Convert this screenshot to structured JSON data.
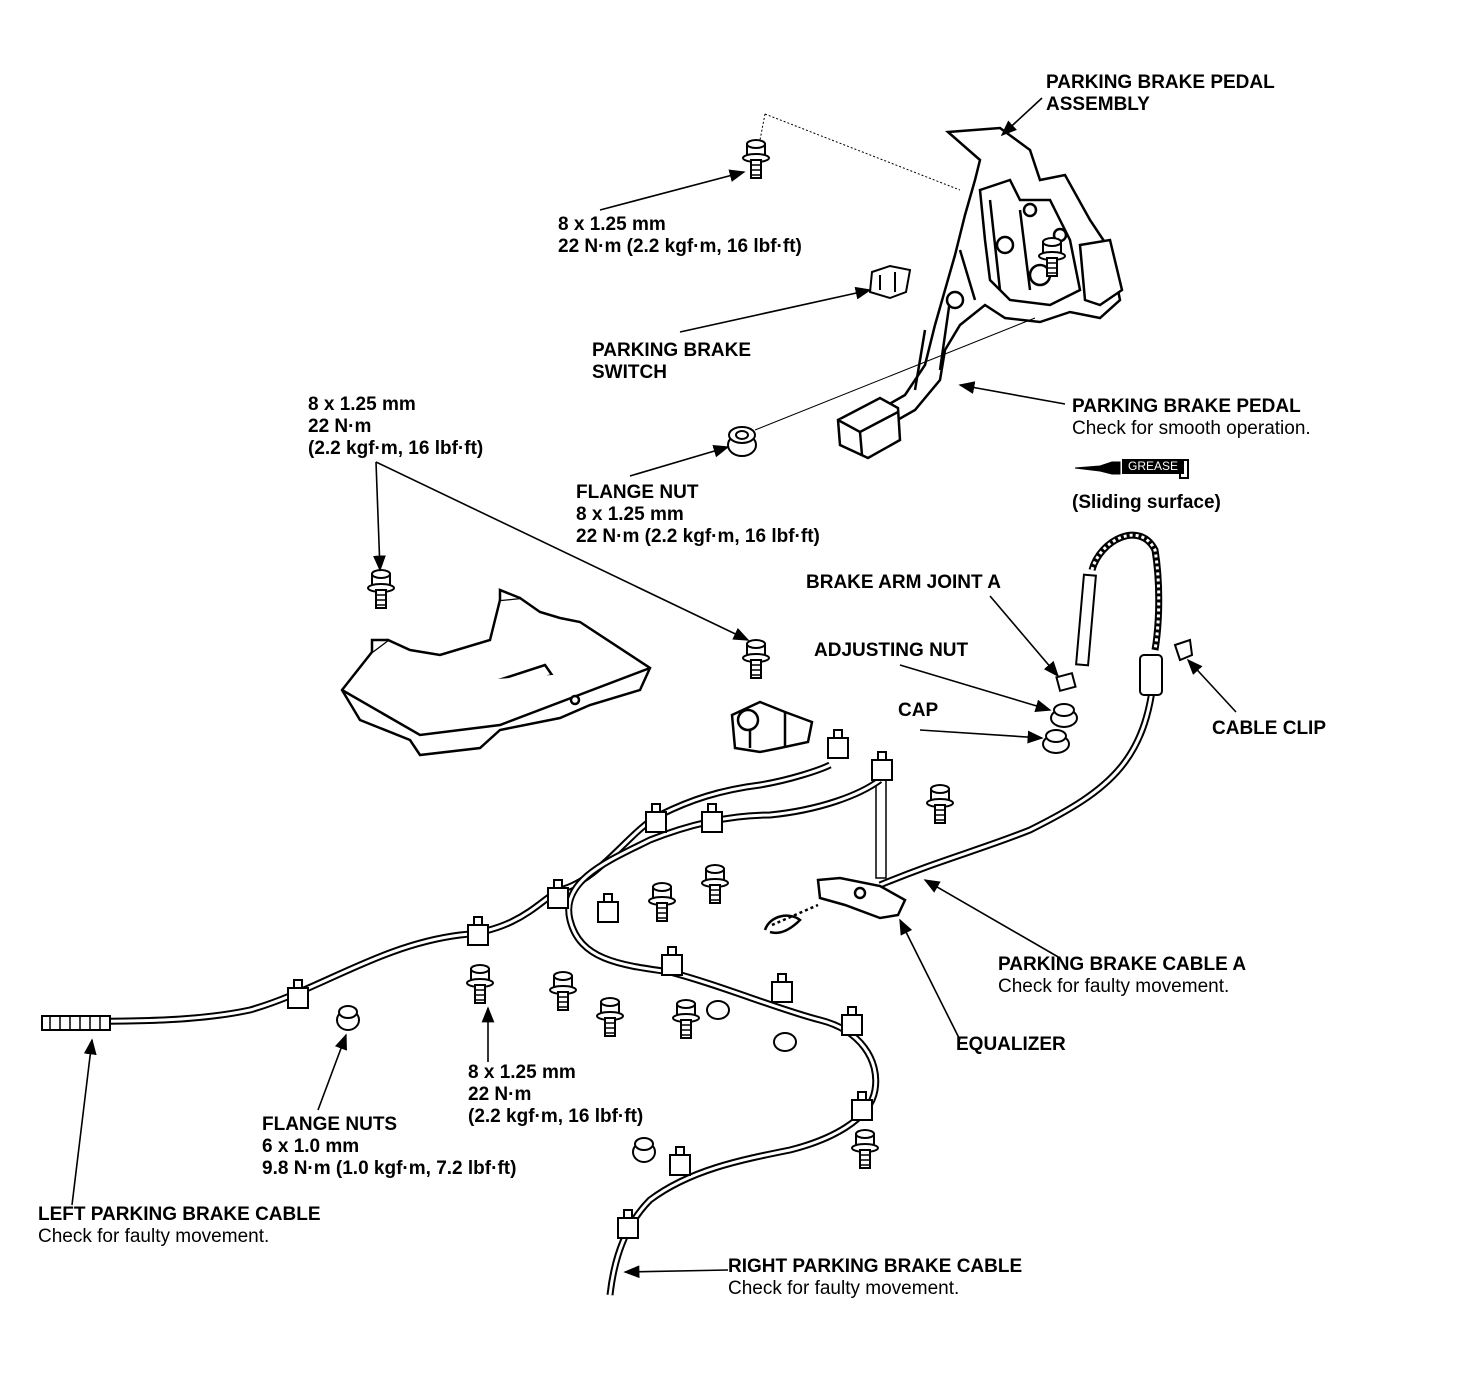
{
  "labels": {
    "pedal_assembly": [
      "PARKING BRAKE PEDAL",
      "ASSEMBLY"
    ],
    "bolt_top": [
      "8 x 1.25 mm",
      "22 N·m (2.2 kgf·m, 16 lbf·ft)"
    ],
    "switch": [
      "PARKING BRAKE",
      "SWITCH"
    ],
    "bolts_left": [
      "8 x 1.25 mm",
      "22 N·m",
      "(2.2 kgf·m, 16 lbf·ft)"
    ],
    "pedal_title": "PARKING BRAKE PEDAL",
    "pedal_note": "Check for smooth operation.",
    "grease": "GREASE",
    "sliding": "(Sliding surface)",
    "flange_nut": [
      "FLANGE NUT",
      "8 x 1.25 mm",
      "22 N·m (2.2 kgf·m, 16 lbf·ft)"
    ],
    "arm_joint": "BRAKE ARM JOINT A",
    "adjusting_nut": "ADJUSTING NUT",
    "cap": "CAP",
    "cable_clip": "CABLE CLIP",
    "cable_a_title": "PARKING BRAKE CABLE A",
    "cable_a_note": "Check for faulty movement.",
    "equalizer": "EQUALIZER",
    "bolts_bottom": [
      "8 x 1.25 mm",
      "22 N·m",
      "(2.2 kgf·m, 16 lbf·ft)"
    ],
    "flange_nuts": [
      "FLANGE NUTS",
      "6 x 1.0 mm",
      "9.8 N·m (1.0 kgf·m, 7.2 lbf·ft)"
    ],
    "left_cable_title": "LEFT PARKING BRAKE CABLE",
    "left_cable_note": "Check for faulty movement.",
    "right_cable_title": "RIGHT PARKING BRAKE CABLE",
    "right_cable_note": "Check for faulty movement."
  }
}
